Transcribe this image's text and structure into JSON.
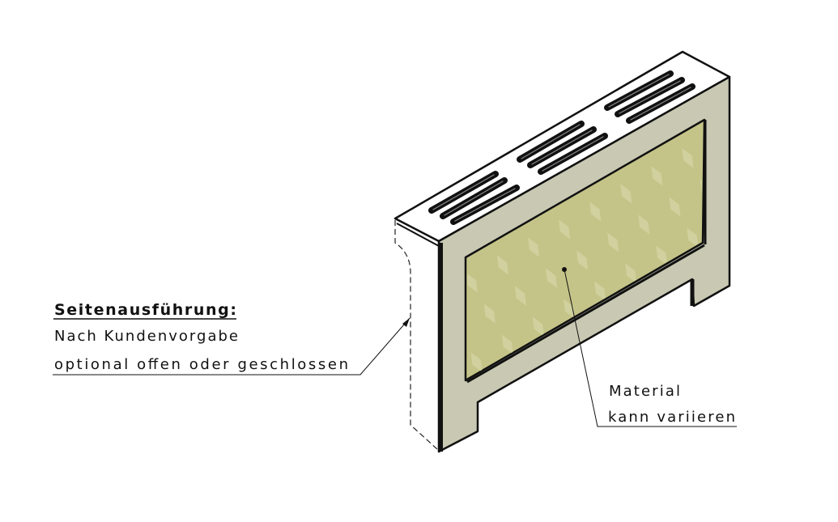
{
  "side_note": {
    "heading": "Seitenausführung:",
    "line1": "Nach Kundenvorgabe",
    "line2": "optional offen oder geschlossen"
  },
  "material_note": {
    "line1": "Material",
    "line2": "kann variieren"
  },
  "colors": {
    "frame": "#c9c9b3",
    "panel": "#c4c488",
    "top": "#ffffff",
    "line": "#111111"
  }
}
